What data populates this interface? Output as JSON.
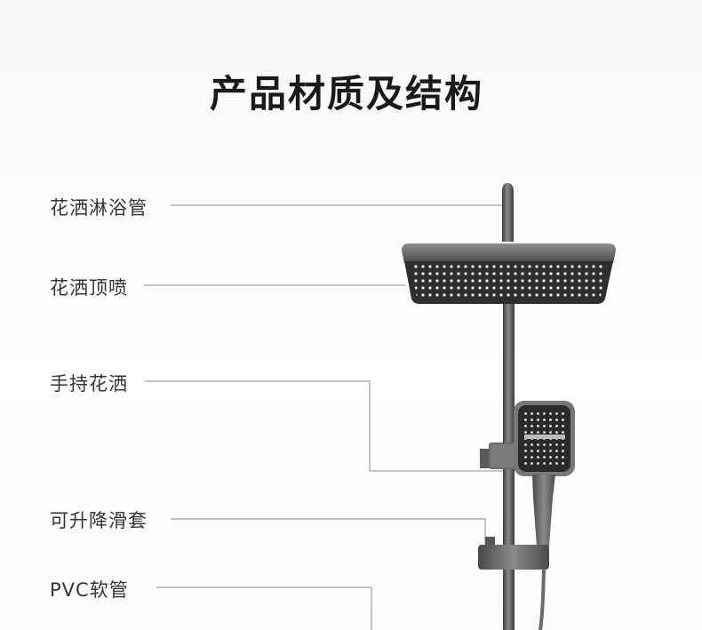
{
  "title": "产品材质及结构",
  "labels": {
    "shower_pipe": "花洒淋浴管",
    "top_shower": "花洒顶喷",
    "hand_shower": "手持花洒",
    "slide_bar": "可升降滑套",
    "pvc_hose": "PVC软管"
  },
  "colors": {
    "metal": "#5c5c5c",
    "metal_dark": "#3a3a3a",
    "leader_line": "#8a8a8a"
  }
}
